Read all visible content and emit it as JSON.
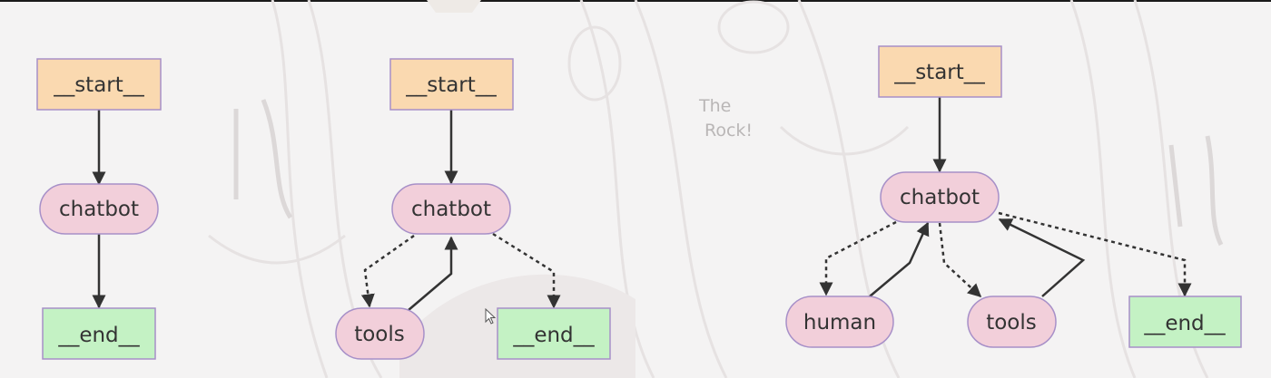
{
  "watermark": {
    "line1": "The",
    "line2": "Rock!"
  },
  "colors": {
    "start_fill": "#fad9b0",
    "start_stroke": "#a790c8",
    "node_fill": "#f2cfda",
    "node_stroke": "#a790c8",
    "end_fill": "#c4f2c4",
    "end_stroke": "#a790c8",
    "edge": "#333333"
  },
  "graphs": [
    {
      "nodes": {
        "start": "__start__",
        "chatbot": "chatbot",
        "end": "__end__"
      }
    },
    {
      "nodes": {
        "start": "__start__",
        "chatbot": "chatbot",
        "tools": "tools",
        "end": "__end__"
      }
    },
    {
      "nodes": {
        "start": "__start__",
        "chatbot": "chatbot",
        "human": "human",
        "tools": "tools",
        "end": "__end__"
      }
    }
  ]
}
